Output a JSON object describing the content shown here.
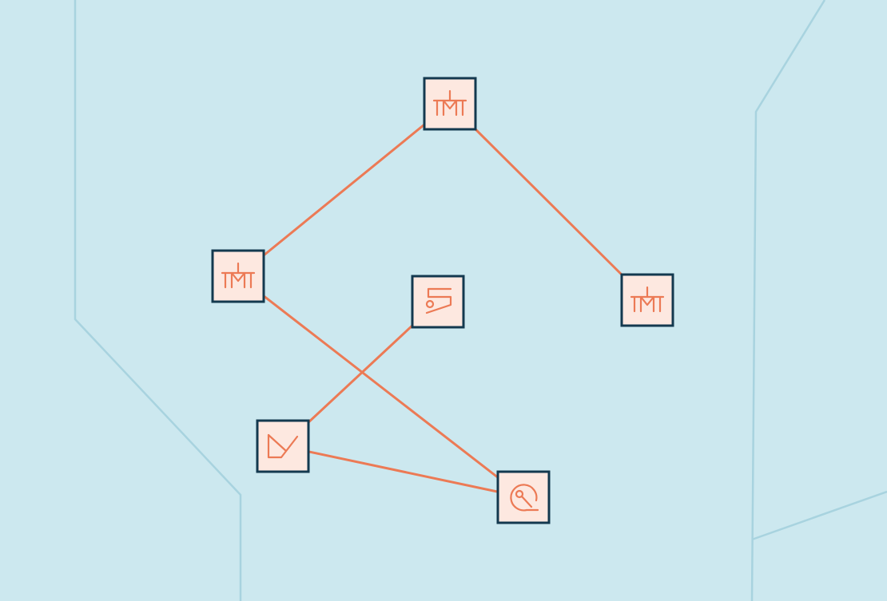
{
  "map": {
    "background_color": "#cce8ef",
    "boundary_color": "#a8d3df"
  },
  "network": {
    "edge_color": "#ec7a55",
    "node_fill": "#fde8e0",
    "node_border": "#13394f",
    "nodes": [
      {
        "id": "n1",
        "icon": "pylon-icon"
      },
      {
        "id": "n2",
        "icon": "pylon-icon"
      },
      {
        "id": "n3",
        "icon": "pylon-icon"
      },
      {
        "id": "n4",
        "icon": "generator-icon"
      },
      {
        "id": "n5",
        "icon": "wedge-icon"
      },
      {
        "id": "n6",
        "icon": "dial-icon"
      }
    ],
    "edges": [
      {
        "from": "n1",
        "to": "n2"
      },
      {
        "from": "n1",
        "to": "n3"
      },
      {
        "from": "n2",
        "to": "n6"
      },
      {
        "from": "n4",
        "to": "n5"
      },
      {
        "from": "n5",
        "to": "n6"
      }
    ]
  }
}
